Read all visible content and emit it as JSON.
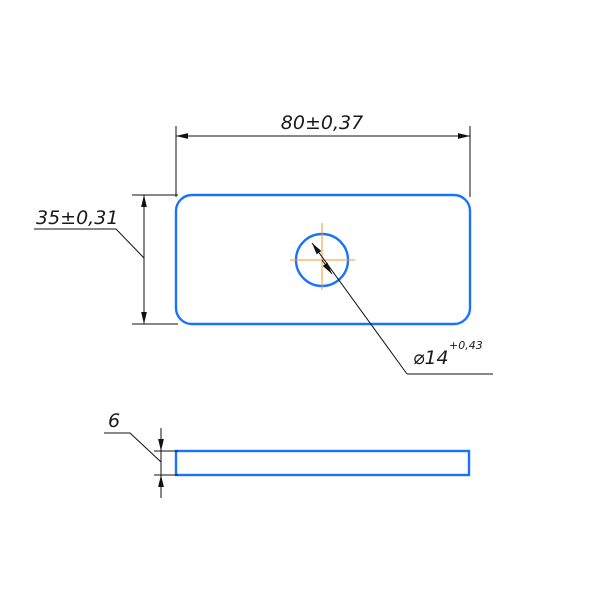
{
  "colors": {
    "outline": "#1a73ff",
    "dimension": "#111111",
    "center_mark": "#f29a2e",
    "background": "#ffffff"
  },
  "dimensions": {
    "length": "80±0,37",
    "width": "35±0,31",
    "hole_diameter": "⌀14",
    "hole_tolerance": "+0,43",
    "thickness": "6"
  }
}
